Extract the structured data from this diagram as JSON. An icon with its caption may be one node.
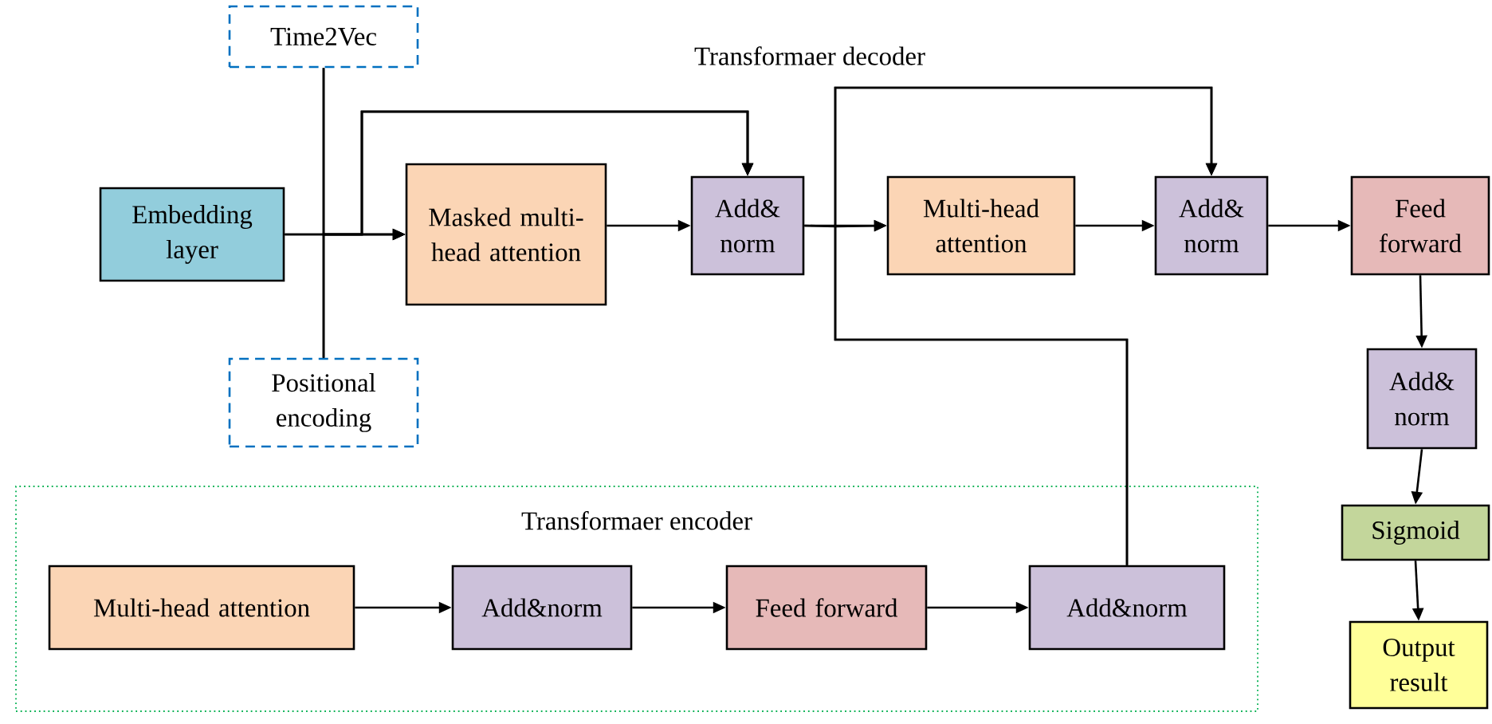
{
  "diagram": {
    "nodes": [
      {
        "text": [
          "Time2Vec"
        ]
      },
      {
        "text": [
          "Embedding layer"
        ]
      },
      {
        "text": [
          "Positional encoding"
        ]
      },
      {
        "text": [
          "Masked multi-head attention"
        ]
      },
      {
        "text": [
          "Add& norm"
        ]
      },
      {
        "text": [
          "Multi-head attention"
        ]
      },
      {
        "text": [
          "Add& norm"
        ]
      },
      {
        "text": [
          "Feed forward"
        ]
      },
      {
        "text": [
          "Add& norm"
        ]
      },
      {
        "text": [
          "Sigmoid"
        ]
      },
      {
        "text": [
          "Output result"
        ]
      },
      {
        "text": [
          "Transformaer encoder"
        ]
      },
      {
        "text": [
          "Multi-head attention"
        ],
        "in": 11
      },
      {
        "text": [
          "Add&norm"
        ],
        "in": 11
      },
      {
        "text": [
          "Feed forward"
        ],
        "in": 11
      },
      {
        "text": [
          "Add&norm"
        ],
        "in": 11
      }
    ],
    "edges": [
      {
        "from": 1,
        "to": 3,
        "arrow": "to"
      },
      {
        "from": 0,
        "to": 3,
        "arrow": "to"
      },
      {
        "from": 2,
        "to": 3,
        "arrow": "to"
      },
      {
        "from": 1,
        "to": 4,
        "arrow": "to"
      },
      {
        "from": 0,
        "to": 4,
        "arrow": "to"
      },
      {
        "from": 2,
        "to": 4,
        "arrow": "to"
      },
      {
        "from": 3,
        "to": 4,
        "arrow": "to"
      },
      {
        "from": 4,
        "to": 5,
        "arrow": "to"
      },
      {
        "from": 15,
        "to": 5,
        "arrow": "to"
      },
      {
        "from": 4,
        "to": 6,
        "arrow": "to"
      },
      {
        "from": 15,
        "to": 6,
        "arrow": "to"
      },
      {
        "from": 5,
        "to": 6,
        "arrow": "to"
      },
      {
        "from": 6,
        "to": 7,
        "arrow": "to"
      },
      {
        "from": 7,
        "to": 8,
        "arrow": "to"
      },
      {
        "from": 8,
        "to": 9,
        "arrow": "to"
      },
      {
        "from": 9,
        "to": 10,
        "arrow": "to"
      },
      {
        "from": 12,
        "to": 13,
        "arrow": "to"
      },
      {
        "from": 13,
        "to": 14,
        "arrow": "to"
      },
      {
        "from": 14,
        "to": 15,
        "arrow": "to"
      }
    ],
    "labels": [
      "Transformaer decoder"
    ]
  }
}
